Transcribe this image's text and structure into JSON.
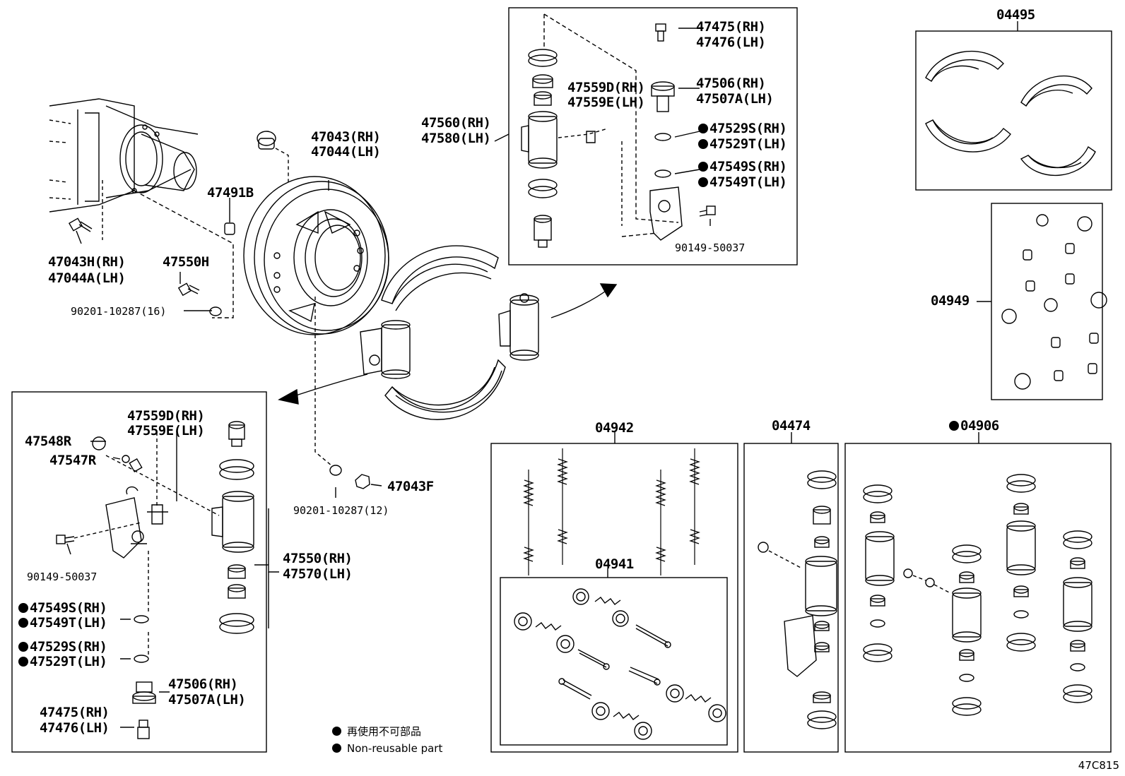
{
  "labels": {
    "p47043_rh": "47043(RH)",
    "p47044_lh": "47044(LH)",
    "p47491b": "47491B",
    "p47043h_rh": "47043H(RH)",
    "p47044a_lh": "47044A(LH)",
    "p47550h": "47550H",
    "p90201_16": "90201-10287(16)",
    "p47560_rh": "47560(RH)",
    "p47580_lh": "47580(LH)",
    "t_47475_rh": "47475(RH)",
    "t_47476_lh": "47476(LH)",
    "t_47559d_rh": "47559D(RH)",
    "t_47559e_lh": "47559E(LH)",
    "t_47506_rh": "47506(RH)",
    "t_47507a_lh": "47507A(LH)",
    "t_47529s_rh": "47529S(RH)",
    "t_47529t_lh": "47529T(LH)",
    "t_47549s_rh": "47549S(RH)",
    "t_47549t_lh": "47549T(LH)",
    "t_90149": "90149-50037",
    "p04495": "04495",
    "p04949": "04949",
    "p90201_12": "90201-10287(12)",
    "p47043f": "47043F",
    "b_47559d_rh": "47559D(RH)",
    "b_47559e_lh": "47559E(LH)",
    "b_47548r": "47548R",
    "b_47547r": "47547R",
    "b_90149": "90149-50037",
    "b_47550_rh": "47550(RH)",
    "b_47570_lh": "47570(LH)",
    "b_47549s_rh": "47549S(RH)",
    "b_47549t_lh": "47549T(LH)",
    "b_47529s_rh": "47529S(RH)",
    "b_47529t_lh": "47529T(LH)",
    "b_47506_rh": "47506(RH)",
    "b_47507a_lh": "47507A(LH)",
    "b_47475_rh": "47475(RH)",
    "b_47476_lh": "47476(LH)",
    "p04942": "04942",
    "p04941": "04941",
    "p04474": "04474",
    "p04906": "04906"
  },
  "legend": {
    "jp": "再使用不可部品",
    "en": "Non-reusable part"
  },
  "reference": "47C815"
}
